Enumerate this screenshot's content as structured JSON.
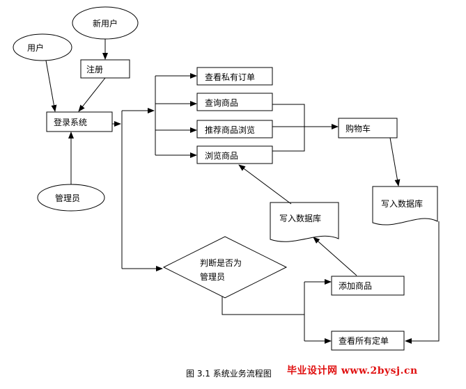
{
  "nodes": {
    "new_user": "新用户",
    "user": "用户",
    "register": "注册",
    "login": "登录系统",
    "admin": "管理员",
    "view_private_orders": "查看私有订单",
    "query_products": "查询商品",
    "recommend_browse": "推荐商品浏览",
    "browse_products": "浏览商品",
    "cart": "购物车",
    "write_db_1": "写入数据库",
    "write_db_2": "写入数据库",
    "is_admin_line1": "判断是否为",
    "is_admin_line2": "管理员",
    "add_product": "添加商品",
    "view_all_orders": "查看所有定单"
  },
  "caption": "图 3.1  系统业务流程图",
  "watermark": "毕业设计网 www.2bysj.cn"
}
